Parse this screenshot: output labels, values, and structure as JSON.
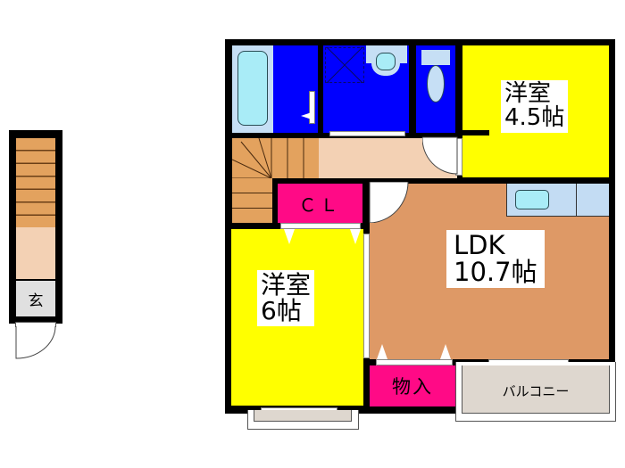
{
  "floorplan": {
    "colors": {
      "wall": "#000000",
      "stairs": "#e3a25e",
      "hall": "#f3d1b4",
      "entrance": "#e0e0e0",
      "bath": "#c6dff5",
      "bathtub": "#a9ecf7",
      "wet_area": "#0000ff",
      "western_room": "#ffff00",
      "closet": "#ff0a86",
      "ldk": "#de9966",
      "kitchen": "#c3dcf3",
      "balcony": "#ded7cf"
    },
    "rooms": {
      "western_room_1": {
        "name": "洋室",
        "size": "4.5帖"
      },
      "western_room_2": {
        "name": "洋室",
        "size": "6帖"
      },
      "ldk": {
        "name": "LDK",
        "size": "10.7帖"
      },
      "closet": {
        "label": "ＣＬ"
      },
      "storage": {
        "label": "物入"
      },
      "balcony": {
        "label": "バルコニー"
      },
      "entrance": {
        "label": "玄"
      }
    },
    "icons": {
      "bathtub": "bathtub-icon",
      "washbasin": "washbasin-icon",
      "toilet": "toilet-icon",
      "washer": "washing-machine-space-icon",
      "sink": "kitchen-sink-icon",
      "stairs": "stairs-icon",
      "door": "door-swing-icon"
    }
  }
}
